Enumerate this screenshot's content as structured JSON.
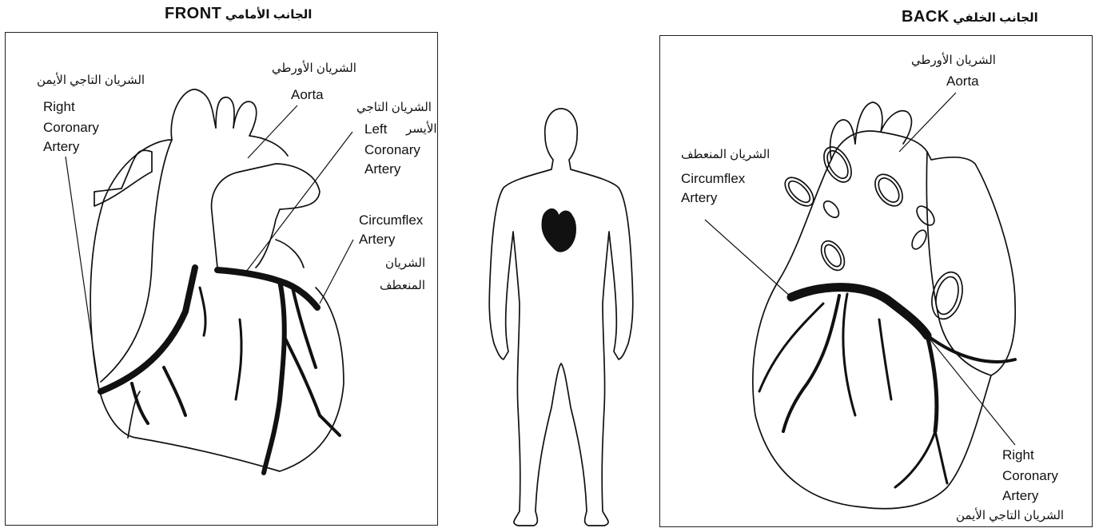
{
  "front": {
    "title_ar": "الجانب الأمامي",
    "title_en": "FRONT",
    "labels": {
      "right_coronary_ar": "الشريان التاجي الأيمن",
      "right_coronary_1": "Right",
      "right_coronary_2": "Coronary",
      "right_coronary_3": "Artery",
      "aorta_ar": "الشريان الأورطي",
      "aorta": "Aorta",
      "left_coronary_ar_1": "الشريان التاجي",
      "left_coronary_ar_2": "الأيسر",
      "left_coronary_1": "Left",
      "left_coronary_2": "Coronary",
      "left_coronary_3": "Artery",
      "circumflex_1": "Circumflex",
      "circumflex_2": "Artery",
      "circumflex_ar_1": "الشريان",
      "circumflex_ar_2": "المنعطف"
    }
  },
  "back": {
    "title_ar": "الجانب الخلفي",
    "title_en": "BACK",
    "labels": {
      "aorta_ar": "الشريان الأورطي",
      "aorta": "Aorta",
      "circumflex_ar": "الشريان المنعطف",
      "circumflex_1": "Circumflex",
      "circumflex_2": "Artery",
      "right_coronary_1": "Right",
      "right_coronary_2": "Coronary",
      "right_coronary_3": "Artery",
      "right_coronary_ar": "الشريان التاجي الأيمن"
    }
  }
}
